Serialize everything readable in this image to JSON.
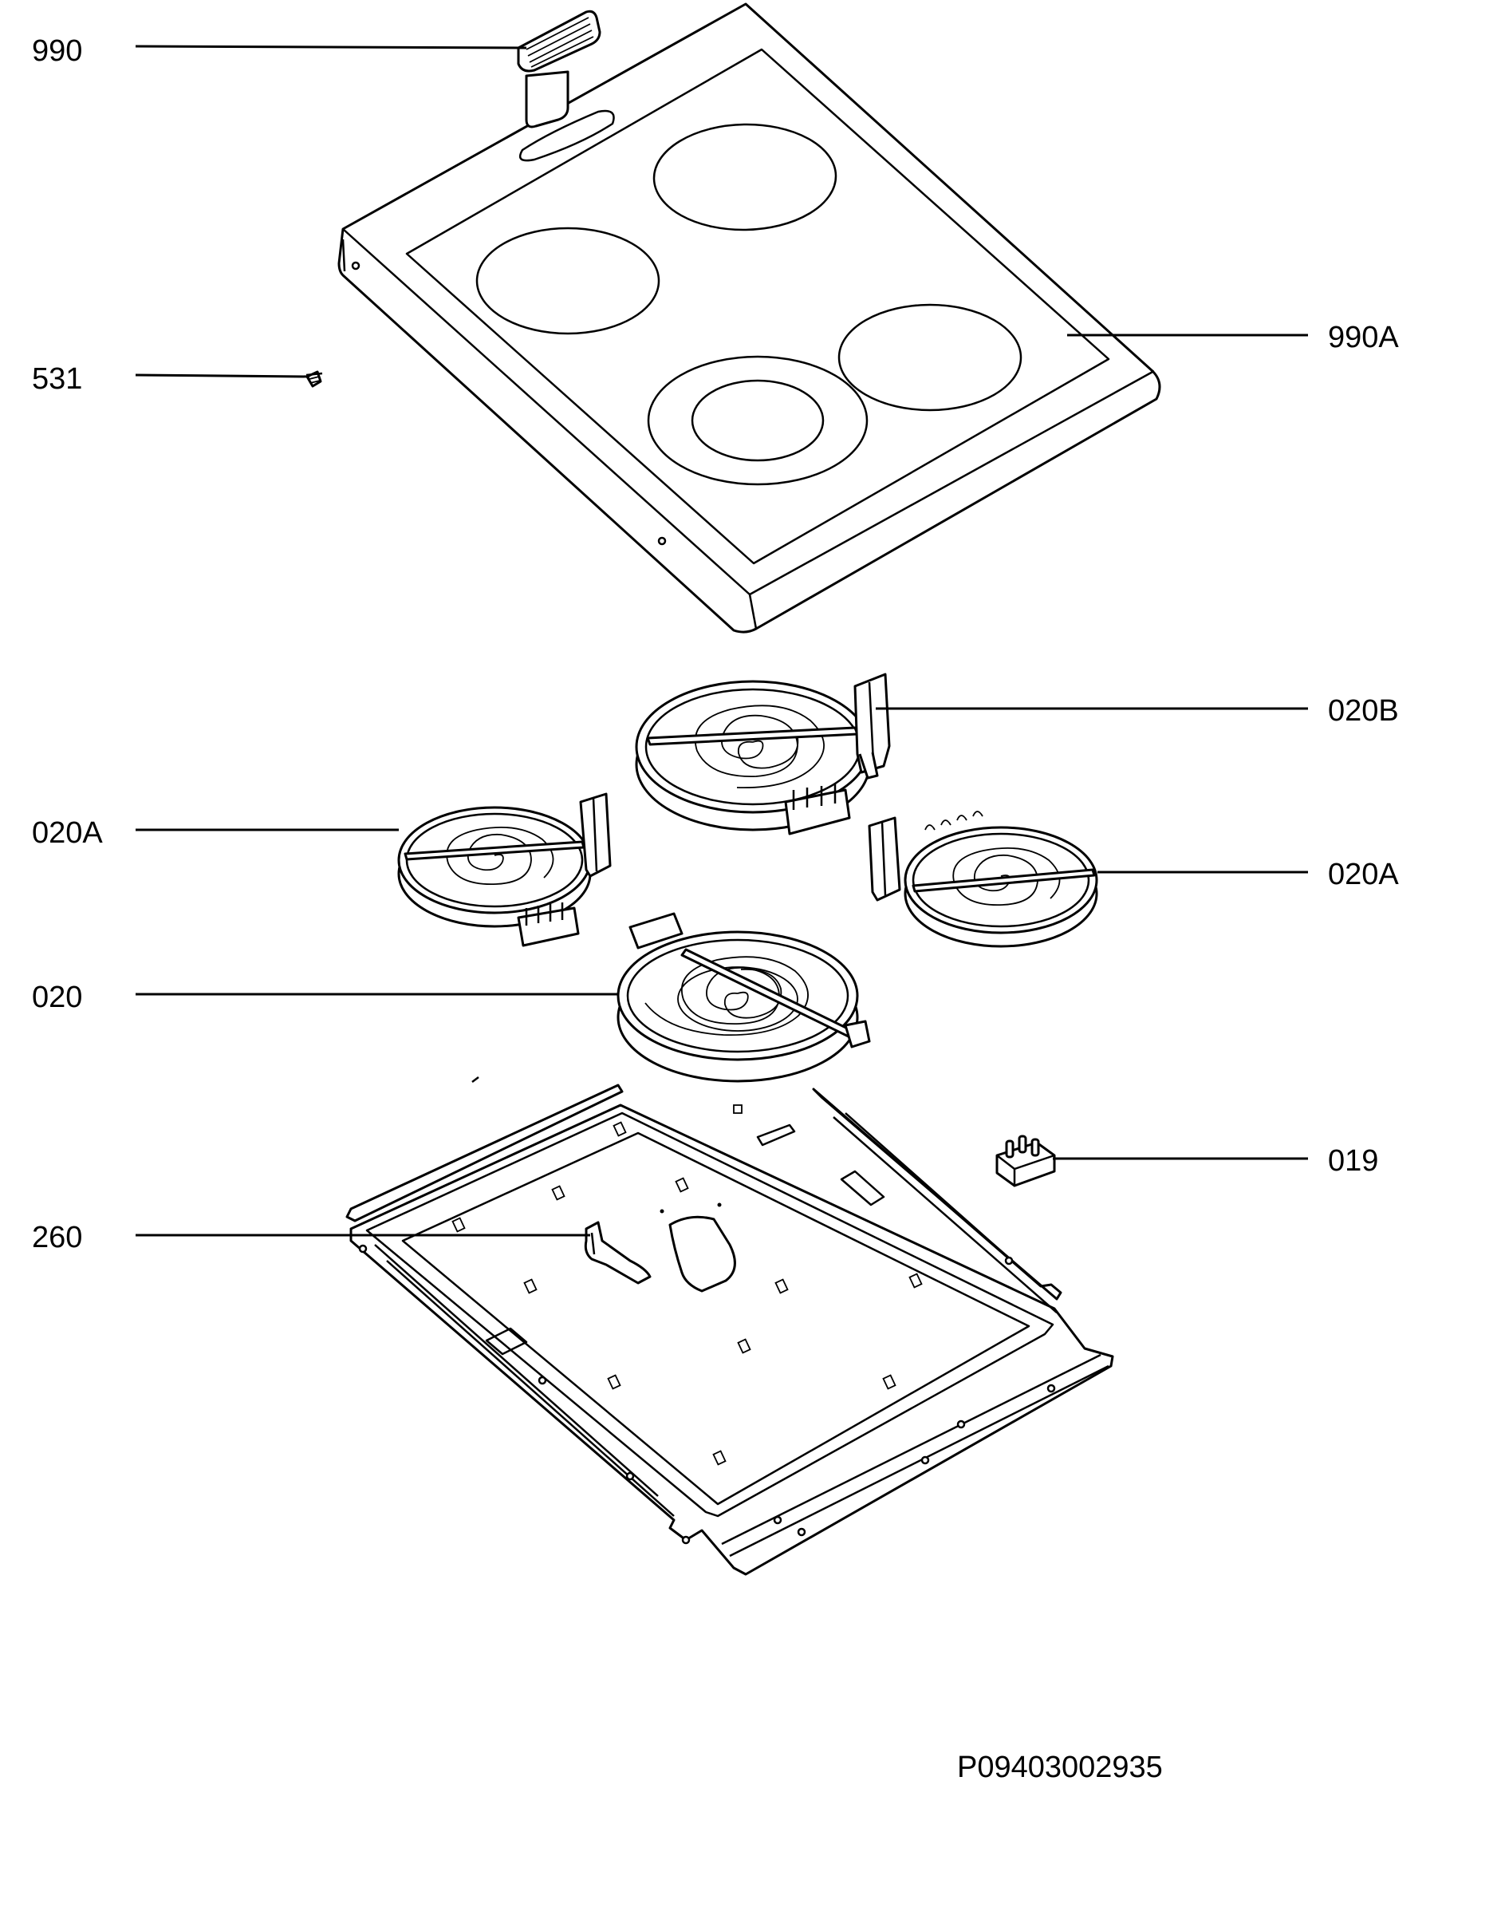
{
  "callouts": [
    {
      "id": "990",
      "text": "990"
    },
    {
      "id": "531",
      "text": "531"
    },
    {
      "id": "990A",
      "text": "990A"
    },
    {
      "id": "020B",
      "text": "020B"
    },
    {
      "id": "020A_left",
      "text": "020A"
    },
    {
      "id": "020A_right",
      "text": "020A"
    },
    {
      "id": "020",
      "text": "020"
    },
    {
      "id": "019",
      "text": "019"
    },
    {
      "id": "260",
      "text": "260"
    }
  ],
  "drawing_number": "P09403002935"
}
